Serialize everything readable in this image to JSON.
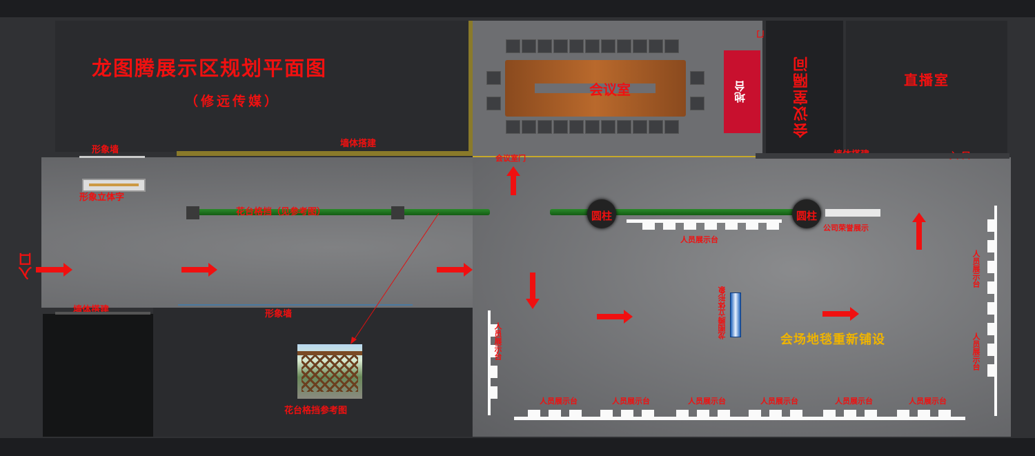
{
  "title": "龙图腾展示区规划平面图",
  "subtitle": "（修远传媒）",
  "colors": {
    "label": "#f01010",
    "floor": "#77787a",
    "block": "#303134",
    "highlight": "#f0b400"
  },
  "rooms": {
    "meeting_room": "会议室",
    "meeting_partition": "会议室隔间",
    "live_room": "直播室",
    "stage": "地台",
    "door_top": "门"
  },
  "labels": {
    "image_wall_top": "形象墙",
    "wall_build_top": "墙体搭建",
    "meeting_door": "会议室门",
    "wall_build_right": "墙体搭建",
    "entrance_right": "入 口",
    "logo_3d": "形象立体字",
    "planter_screen": "花台格挡（见参考图）",
    "pillar": "圆柱",
    "honor_display": "公司荣誉展示",
    "staff_booth": "人员展示台",
    "entrance_left": "入口",
    "wall_build_bottom": "墙体搭建",
    "image_wall_bottom": "形象墙",
    "dragon_figure": "龙图腾立体形象",
    "carpet_note": "会场地毯重新铺设",
    "planter_reference": "花台格挡参考图"
  }
}
